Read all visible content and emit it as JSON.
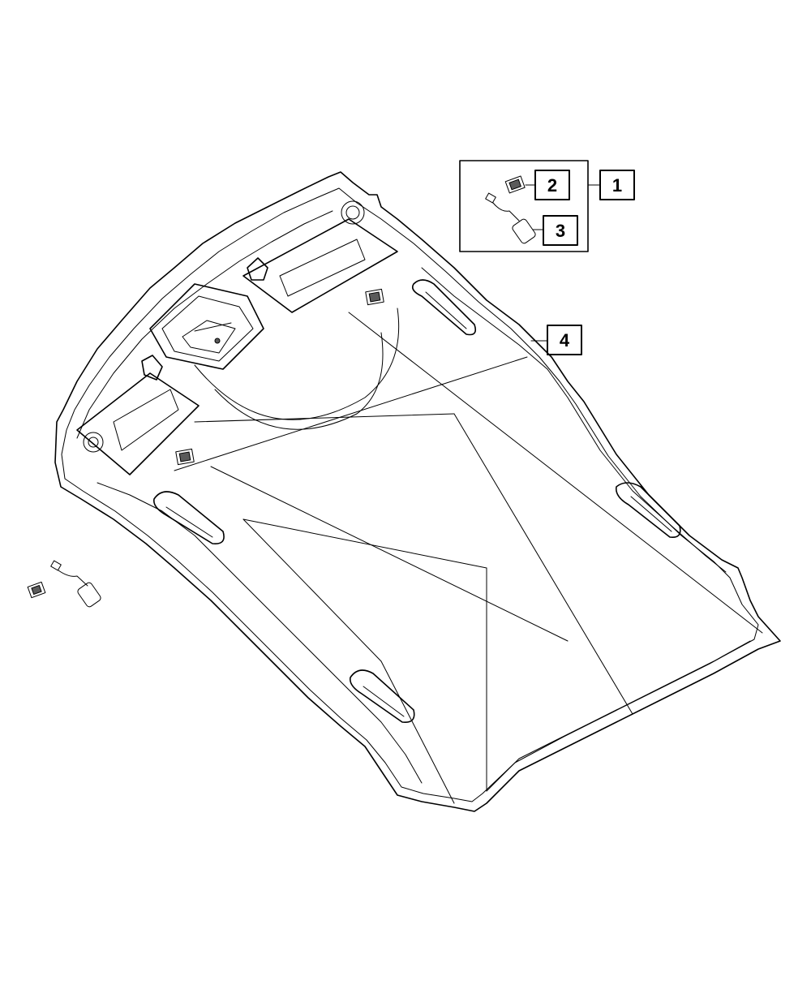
{
  "callouts": [
    {
      "id": "1",
      "label": "1"
    },
    {
      "id": "2",
      "label": "2"
    },
    {
      "id": "3",
      "label": "3"
    },
    {
      "id": "4",
      "label": "4"
    }
  ],
  "colors": {
    "line": "#000000",
    "background": "#ffffff",
    "shade": "#5a5a5a"
  }
}
